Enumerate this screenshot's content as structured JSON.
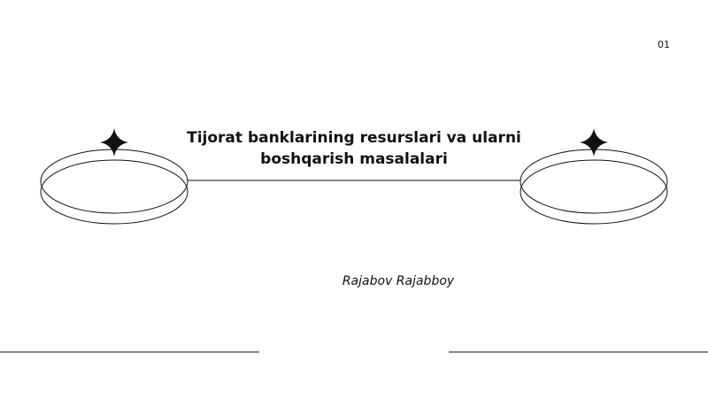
{
  "slide": {
    "page_number": "01",
    "title_line1": "Tijorat banklarining resurslari va ularni",
    "title_line2": "boshqarish masalalari",
    "author": "Rajabov Rajabboy"
  },
  "theme": {
    "background": "#ffffff",
    "ink": "#111111"
  }
}
